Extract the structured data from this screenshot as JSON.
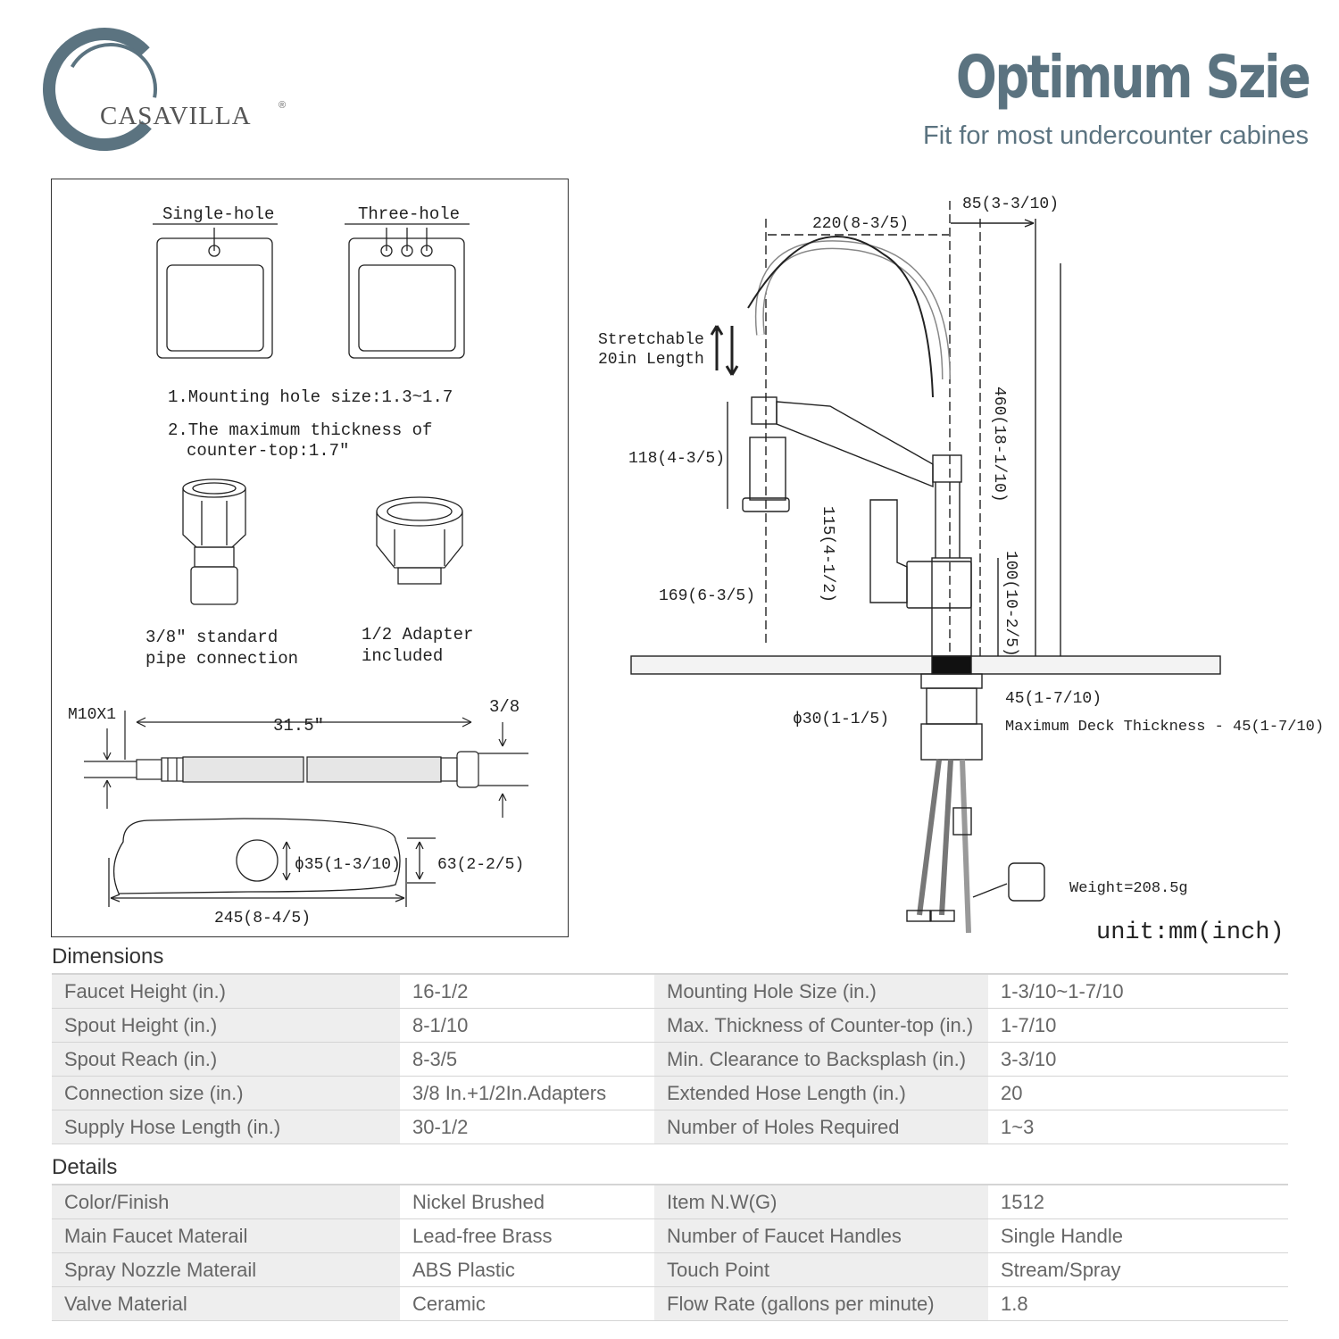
{
  "brand": {
    "name": "CASAVILLA",
    "reg": "®"
  },
  "header": {
    "title": "Optimum Szie",
    "subtitle": "Fit for most undercounter cabines"
  },
  "panel": {
    "single_hole": "Single-hole",
    "three_hole": "Three-hole",
    "note1": "1.Mounting hole size:1.3~1.7",
    "note2_line1": "2.The maximum thickness of",
    "note2_line2": "counter-top:1.7″",
    "pipe_line1": "3/8″ standard",
    "pipe_line2": "pipe connection",
    "adapter_line1": "1/2 Adapter",
    "adapter_line2": "included",
    "hose_thread": "M10X1",
    "hose_length": "31.5″",
    "hose_end": "3/8",
    "plate_hole": "ϕ35(1-3/10)",
    "plate_height": "63(2-2/5)",
    "plate_width": "245(8-4/5)"
  },
  "drawing": {
    "backsplash": "85(3-3/10)",
    "reach": "220(8-3/5)",
    "stretch_line1": "Stretchable",
    "stretch_line2": "20in Length",
    "spray_height": "118(4-3/5)",
    "total_height": "460(18-1/10)",
    "handle_height": "115(4-1/2)",
    "spout_height": "169(6-3/5)",
    "base_height": "100(10-2/5)",
    "deck_dim": "45(1-7/10)",
    "shank": "ϕ30(1-1/5)",
    "deck_max": "Maximum Deck Thickness - 45(1-7/10)",
    "weight": "Weight=208.5g",
    "unit": "unit:mm(inch)"
  },
  "dimensions": {
    "title": "Dimensions",
    "rows": [
      [
        "Faucet Height (in.)",
        "16-1/2",
        "Mounting Hole Size (in.)",
        "1-3/10~1-7/10"
      ],
      [
        "Spout Height (in.)",
        "8-1/10",
        "Max. Thickness of Counter-top (in.)",
        "1-7/10"
      ],
      [
        "Spout Reach (in.)",
        "8-3/5",
        "Min. Clearance to Backsplash (in.)",
        "3-3/10"
      ],
      [
        "Connection size (in.)",
        "3/8 In.+1/2In.Adapters",
        "Extended Hose Length (in.)",
        "20"
      ],
      [
        "Supply Hose Length (in.)",
        "30-1/2",
        "Number of Holes Required",
        "1~3"
      ]
    ]
  },
  "details": {
    "title": "Details",
    "rows": [
      [
        "Color/Finish",
        "Nickel Brushed",
        "Item N.W(G)",
        "1512"
      ],
      [
        "Main Faucet Materail",
        "Lead-free Brass",
        "Number of Faucet Handles",
        "Single Handle"
      ],
      [
        "Spray Nozzle Materail",
        "ABS Plastic",
        "Touch Point",
        "Stream/Spray"
      ],
      [
        "Valve Material",
        "Ceramic",
        "Flow Rate (gallons per minute)",
        "1.8"
      ]
    ]
  }
}
